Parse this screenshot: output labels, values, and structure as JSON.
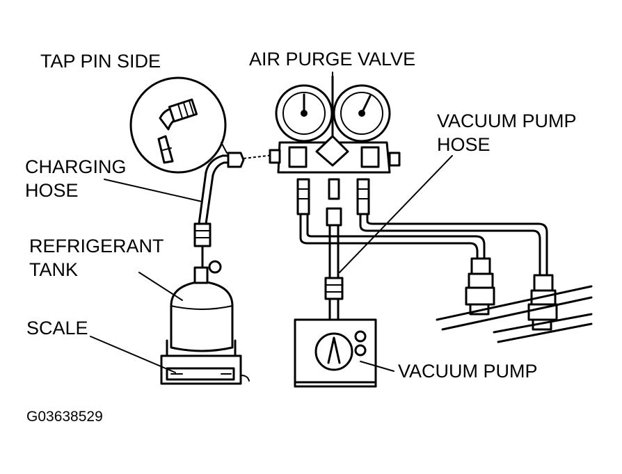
{
  "labels": {
    "tap_pin_side": "TAP PIN SIDE",
    "air_purge_valve": "AIR PURGE VALVE",
    "vacuum_pump_hose_line1": "VACUUM PUMP",
    "vacuum_pump_hose_line2": "HOSE",
    "charging_hose_line1": "CHARGING",
    "charging_hose_line2": "HOSE",
    "refrigerant_tank_line1": "REFRIGERANT",
    "refrigerant_tank_line2": "TANK",
    "scale": "SCALE",
    "vacuum_pump": "VACUUM PUMP"
  },
  "figure_code": "G03638529"
}
